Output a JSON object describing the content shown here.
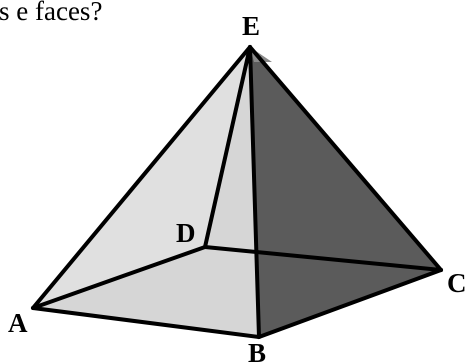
{
  "caption_text": "s e faces?",
  "vertices": {
    "A": "A",
    "B": "B",
    "C": "C",
    "D": "D",
    "E": "E"
  },
  "colors": {
    "face_front": "#d2d2d2",
    "face_right": "#5b5b5b",
    "base": "#c6c6c6",
    "edge": "#000000",
    "background": "#ffffff"
  }
}
